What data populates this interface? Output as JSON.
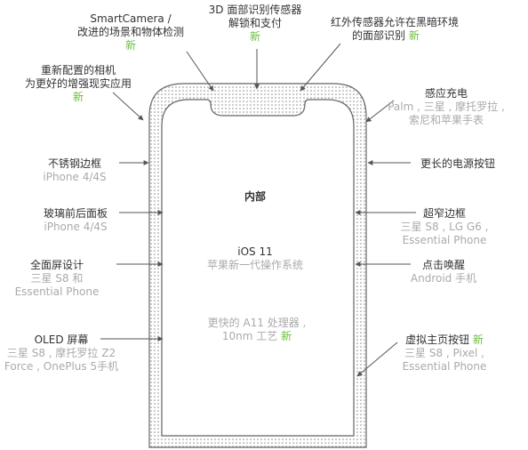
{
  "new_tag": "新",
  "colors": {
    "text": "#333333",
    "muted": "#aaaaaa",
    "accent": "#6cbf3c",
    "line": "#555555"
  },
  "center": {
    "heading": "内部",
    "os_title": "iOS 11",
    "os_subtitle": "苹果新一代操作系统",
    "processor_line1": "更快的 A11 处理器 ,",
    "processor_line2": "10nm 工艺"
  },
  "callouts": {
    "smartcamera": {
      "line1": "SmartCamera /",
      "line2": "改进的场景和物体检测",
      "is_new": true
    },
    "face_sensor": {
      "line1": "3D 面部识别传感器",
      "line2": "解锁和支付",
      "is_new": true
    },
    "infrared": {
      "line1": "红外传感器允许在黑暗环境",
      "line2": "的面部识别",
      "is_new": true
    },
    "camera": {
      "line1": "重新配置的相机",
      "line2": "为更好的增强现实应用",
      "is_new": true
    },
    "steel_frame": {
      "title": "不锈钢边框",
      "sub1": "iPhone 4/4S"
    },
    "glass_panel": {
      "title": "玻璃前后面板",
      "sub1": "iPhone 4/4S"
    },
    "fullscreen": {
      "title": "全面屏设计",
      "sub1": "三星 S8 和",
      "sub2": "Essential Phone"
    },
    "oled": {
      "title": "OLED 屏幕",
      "sub1": "三星 S8 , 摩托罗拉 Z2",
      "sub2": "Force , OnePlus 5手机"
    },
    "wireless_charging": {
      "title": "感应充电",
      "sub1": "Palm , 三星 , 摩托罗拉 ,",
      "sub2": "索尼和苹果手表"
    },
    "power_button": {
      "title": "更长的电源按钮"
    },
    "narrow_bezel": {
      "title": "超窄边框",
      "sub1": "三星 S8 , LG G6 ,",
      "sub2": "Essential Phone"
    },
    "tap_wake": {
      "title": "点击唤醒",
      "sub1": "Android 手机"
    },
    "home_button": {
      "title": "虚拟主页按钮",
      "sub1": "三星 S8 , Pixel ,",
      "sub2": "Essential Phone",
      "is_new": true
    }
  }
}
